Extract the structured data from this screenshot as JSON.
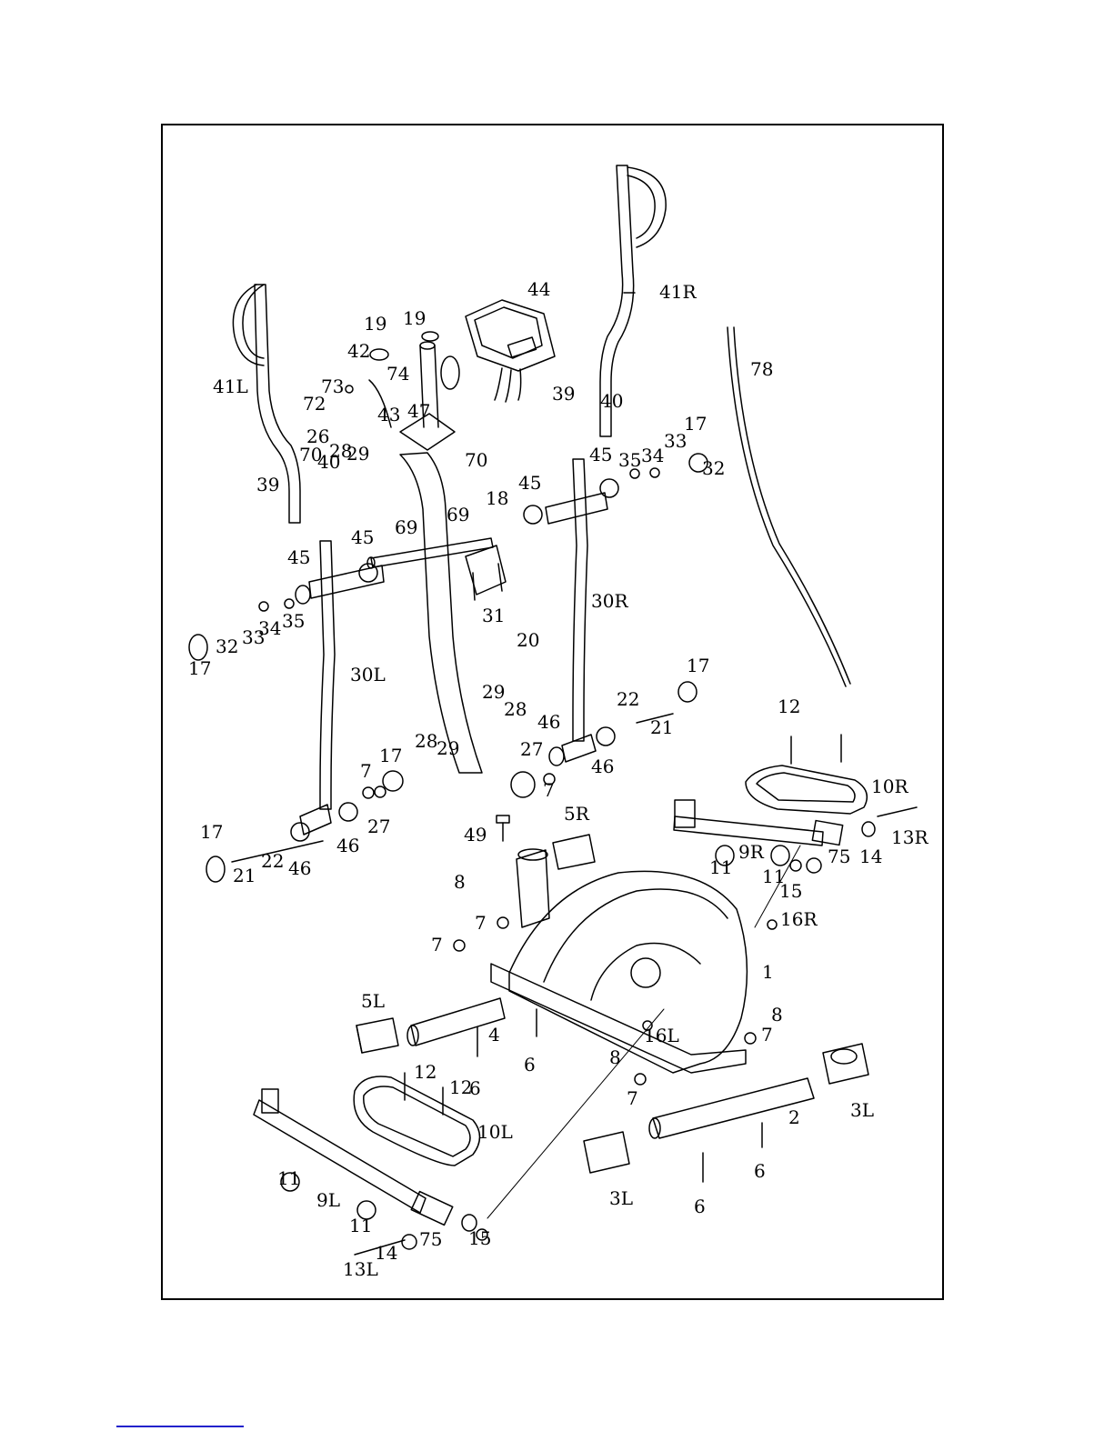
{
  "diagram": {
    "type": "exploded-parts-diagram",
    "part_labels": [
      "44",
      "41R",
      "78",
      "19",
      "19",
      "42",
      "74",
      "73",
      "72",
      "41L",
      "43",
      "47",
      "26",
      "70",
      "28",
      "29",
      "70",
      "39",
      "40",
      "39",
      "40",
      "45",
      "35",
      "34",
      "33",
      "17",
      "32",
      "18",
      "45",
      "69",
      "69",
      "45",
      "45",
      "30R",
      "31",
      "20",
      "35",
      "34",
      "33",
      "32",
      "17",
      "30L",
      "17",
      "22",
      "21",
      "29",
      "28",
      "12",
      "46",
      "28",
      "29",
      "27",
      "7",
      "46",
      "7",
      "17",
      "10R",
      "27",
      "13R",
      "17",
      "22",
      "21",
      "46",
      "46",
      "49",
      "5R",
      "9R",
      "75",
      "14",
      "11",
      "11",
      "15",
      "8",
      "7",
      "16R",
      "7",
      "1",
      "5L",
      "8",
      "7",
      "4",
      "16L",
      "6",
      "6",
      "8",
      "7",
      "12",
      "12",
      "3L",
      "10L",
      "2",
      "11",
      "9L",
      "3L",
      "6",
      "6",
      "11",
      "75",
      "15",
      "14",
      "13L"
    ]
  },
  "icons": {
    "console": "console-icon",
    "handlebar": "handlebar-icon",
    "flywheel-cover": "flywheel-cover-icon",
    "pedal": "pedal-icon",
    "bolt": "bolt-icon",
    "washer": "washer-icon",
    "bushing": "bushing-icon",
    "cable": "cable-icon"
  }
}
